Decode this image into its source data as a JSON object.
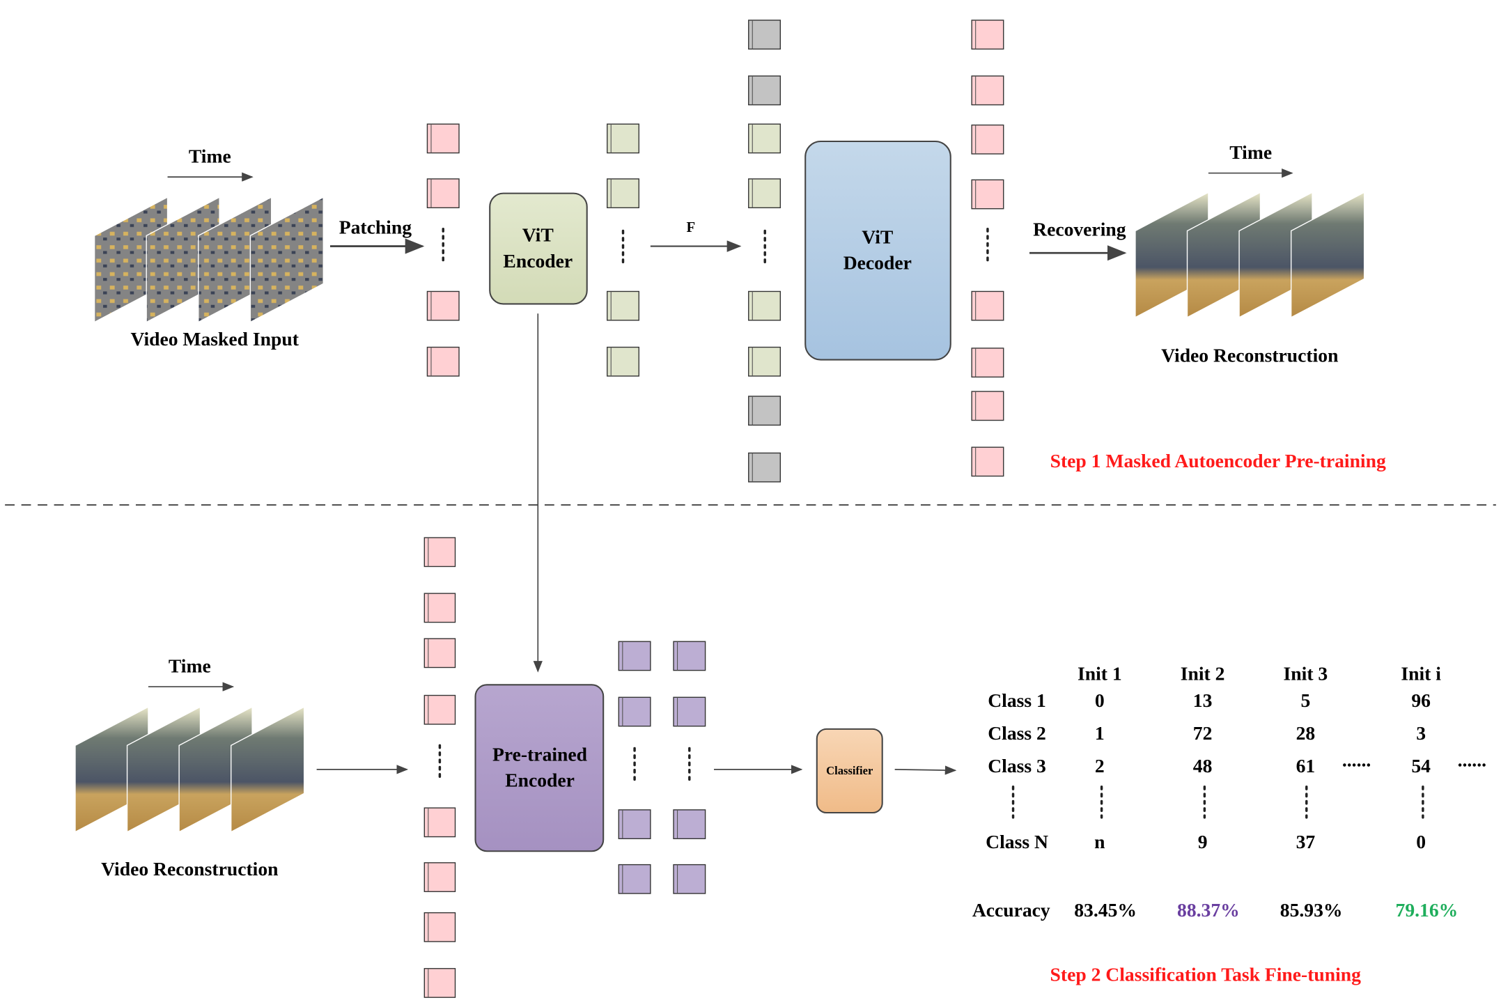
{
  "step1": {
    "input_time_label": "Time",
    "input_label": "Video Masked Input",
    "patching_label": "Patching",
    "encoder_label": [
      "ViT",
      "Encoder"
    ],
    "feature_label": "F",
    "decoder_label": [
      "ViT",
      "Decoder"
    ],
    "recovering_label": "Recovering",
    "output_time_label": "Time",
    "output_label": "Video Reconstruction",
    "title": "Step 1 Masked Autoencoder Pre-training"
  },
  "step2": {
    "input_time_label": "Time",
    "input_label": "Video Reconstruction",
    "encoder_label": [
      "Pre-trained",
      "Encoder"
    ],
    "classifier_label": "Classifier",
    "table": {
      "columns": [
        "Init 1",
        "Init 2",
        "Init 3",
        "Init i"
      ],
      "rows": [
        {
          "label": "Class 1",
          "values": [
            "0",
            "13",
            "5",
            "96"
          ]
        },
        {
          "label": "Class 2",
          "values": [
            "1",
            "72",
            "28",
            "3"
          ]
        },
        {
          "label": "Class 3",
          "values": [
            "2",
            "48",
            "61",
            "54"
          ]
        },
        {
          "label": "Class N",
          "values": [
            "n",
            "9",
            "37",
            "0"
          ]
        }
      ],
      "ellipsis": "......",
      "accuracy_label": "Accuracy",
      "accuracy": [
        "83.45%",
        "88.37%",
        "85.93%",
        "79.16%"
      ]
    },
    "title": "Step 2 Classification Task Fine-tuning"
  },
  "colors": {
    "token_pink": "#ffd0d3",
    "token_green": "#e0e5cc",
    "token_gray": "#c3c3c3",
    "token_purple": "#bcaed3",
    "encoder": "#dde4c6",
    "decoder": "#b6cfe6",
    "pretrained": "#b09dc8",
    "classifier": "#f5c89f",
    "step_title": "#ff1a1a",
    "best_accuracy": "#6a3fa0",
    "worst_accuracy": "#1fae5c"
  }
}
